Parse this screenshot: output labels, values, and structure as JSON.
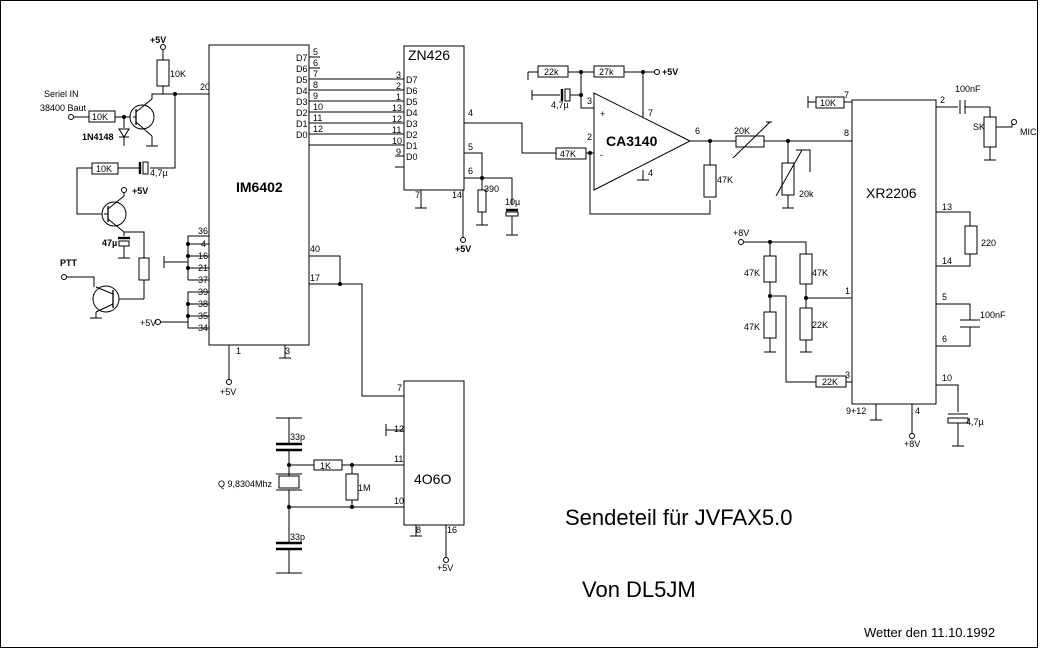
{
  "title": "Sendeteil für JVFAX5.0",
  "author": "Von DL5JM",
  "footer": "Wetter den 11.10.1992",
  "chips": {
    "uart": "IM6402",
    "dac": "ZN426",
    "opamp": "CA3140",
    "vco": "XR2206",
    "counter": "4O6O"
  },
  "labels": {
    "serial_in": "Seriel IN",
    "baud": "38400 Baut",
    "diode": "1N4148",
    "ptt": "PTT",
    "crystal": "Q 9,8304Mhz",
    "mic": "MIC",
    "sk": "SK",
    "vcc5": "+5V",
    "vcc5_in": "+5V",
    "vcc8": "+8V",
    "plus5_top": "+5V",
    "plus5_bottom": "+5V"
  },
  "values": {
    "r10k": "10K",
    "c47u": "47µ",
    "c4u7": "4,7µ",
    "r22k": "22k",
    "r27k": "27k",
    "r47k": "47K",
    "r20k": "20K",
    "r20k_small": "20k",
    "r390": "390",
    "c10u": "10µ",
    "c100n": "100nF",
    "r220": "220",
    "r22K": "22K",
    "c33p": "33p",
    "r1k": "1K",
    "r1m": "1M"
  },
  "pins": {
    "uart_data": [
      "D7",
      "D6",
      "D5",
      "D4",
      "D3",
      "D2",
      "D1",
      "D0"
    ],
    "uart_data_pins": [
      "5",
      "6",
      "7",
      "8",
      "9",
      "10",
      "11",
      "12"
    ],
    "uart_left": [
      "36",
      "4",
      "16",
      "21",
      "37",
      "39",
      "38",
      "35",
      "34"
    ],
    "uart_other": [
      "20",
      "40",
      "17",
      "1",
      "3"
    ],
    "dac_in_pins": [
      "3",
      "2",
      "1",
      "13",
      "12",
      "11",
      "10",
      "9"
    ],
    "dac_in_names": [
      "D7",
      "D6",
      "D5",
      "D4",
      "D3",
      "D2",
      "D1",
      "D0"
    ],
    "dac_other": [
      "4",
      "5",
      "6",
      "7",
      "14"
    ],
    "op": [
      "3",
      "2",
      "7",
      "6",
      "4",
      "+",
      "-"
    ],
    "vco": [
      "7",
      "8",
      "2",
      "13",
      "14",
      "1",
      "5",
      "6",
      "3",
      "10",
      "4",
      "9+12"
    ],
    "cnt": [
      "7",
      "12",
      "11",
      "10",
      "8",
      "16"
    ]
  }
}
